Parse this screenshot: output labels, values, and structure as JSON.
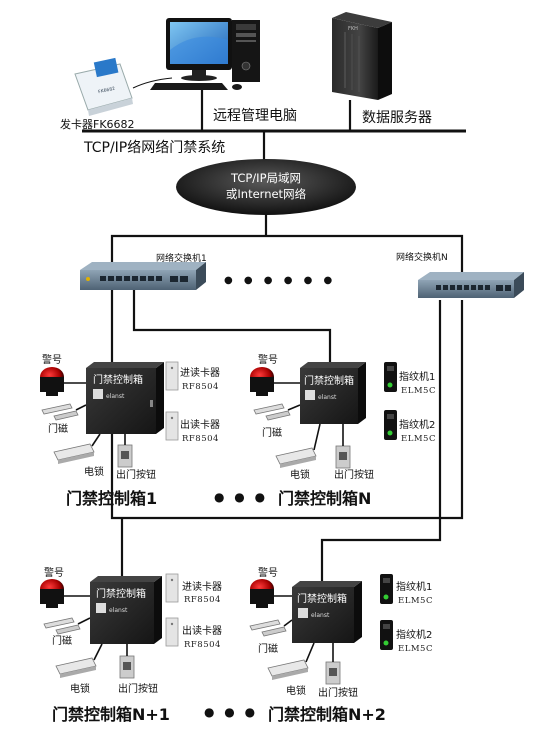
{
  "top": {
    "card_issuer_label": "发卡器FK6682",
    "pc_label": "远程管理电脑",
    "server_label": "数据服务器",
    "system_label": "TCP/IP络网络门禁系统",
    "network_line1": "TCP/IP局域网",
    "network_line2": "或Internet网络",
    "card_issuer_screen_text": "FK6682",
    "server_brand": "FKH"
  },
  "switches": {
    "switch1_label": "网络交换机1",
    "switchN_label": "网络交换机N",
    "dots": "● ● ● ● ● ●"
  },
  "boxes": [
    {
      "title": "门禁控制箱1",
      "box_label": "门禁控制箱",
      "alarm": "警号",
      "door_magnet": "门磁",
      "lock": "电锁",
      "exit_button": "出门按钮",
      "reader_in": "进读卡器",
      "reader_in_model": "RF8504",
      "reader_out": "出读卡器",
      "reader_out_model": "RF8504",
      "logo_text": "elanst"
    },
    {
      "title": "门禁控制箱N",
      "box_label": "门禁控制箱",
      "alarm": "警号",
      "door_magnet": "门磁",
      "lock": "电锁",
      "exit_button": "出门按钮",
      "reader_in": "指纹机1",
      "reader_in_model": "ELM5C",
      "reader_out": "指纹机2",
      "reader_out_model": "ELM5C",
      "logo_text": "elanst"
    },
    {
      "title": "门禁控制箱N+1",
      "box_label": "门禁控制箱",
      "alarm": "警号",
      "door_magnet": "门磁",
      "lock": "电锁",
      "exit_button": "出门按钮",
      "reader_in": "进读卡器",
      "reader_in_model": "RF8504",
      "reader_out": "出读卡器",
      "reader_out_model": "RF8504",
      "logo_text": "elanst"
    },
    {
      "title": "门禁控制箱N+2",
      "box_label": "门禁控制箱",
      "alarm": "警号",
      "door_magnet": "门磁",
      "lock": "电锁",
      "exit_button": "出门按钮",
      "reader_in": "指纹机1",
      "reader_in_model": "ELM5C",
      "reader_out": "指纹机2",
      "reader_out_model": "ELM5C",
      "logo_text": "elanst"
    }
  ],
  "between_dots": "● ● ●"
}
